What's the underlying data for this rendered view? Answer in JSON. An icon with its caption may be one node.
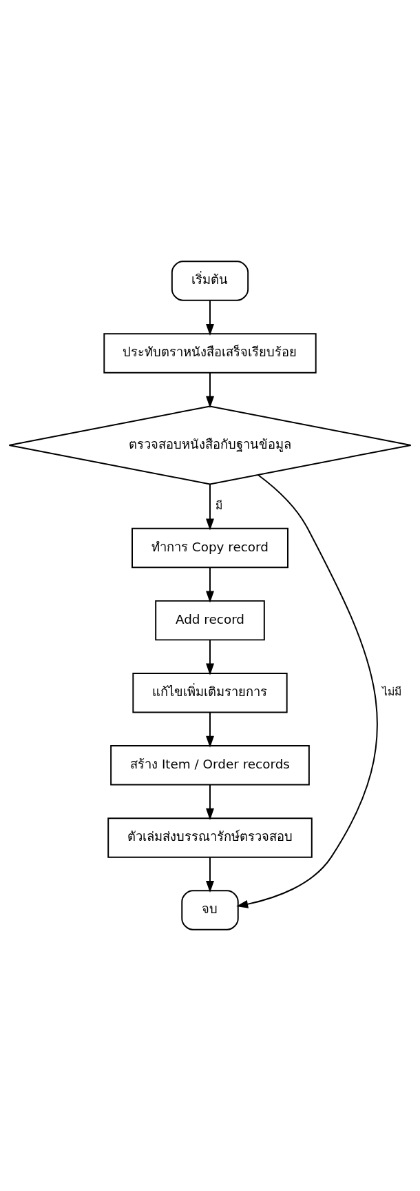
{
  "diagram": {
    "nodes": [
      {
        "text": [
          "เริ่มต้น"
        ]
      },
      {
        "text": [
          "ประทับตราหนังสือเสร็จเรียบร้อย"
        ]
      },
      {
        "text": [
          "ตรวจสอบหนังสือกับฐานข้อมูล"
        ]
      },
      {
        "text": [
          "ทำการ Copy record"
        ]
      },
      {
        "text": [
          "Add record"
        ]
      },
      {
        "text": [
          "แก้ไขเพิ่มเติมรายการ"
        ]
      },
      {
        "text": [
          "สร้าง Item / Order records"
        ]
      },
      {
        "text": [
          "ตัวเล่มส่งบรรณารักษ์ตรวจสอบ"
        ]
      },
      {
        "text": [
          "จบ"
        ]
      }
    ],
    "edges": [
      {
        "from": 0,
        "to": 1,
        "arrow": "to"
      },
      {
        "from": 1,
        "to": 2,
        "arrow": "to"
      },
      {
        "from": 2,
        "to": 3,
        "arrow": "to",
        "label": "มี"
      },
      {
        "from": 3,
        "to": 4,
        "arrow": "to"
      },
      {
        "from": 4,
        "to": 5,
        "arrow": "to"
      },
      {
        "from": 5,
        "to": 6,
        "arrow": "to"
      },
      {
        "from": 6,
        "to": 7,
        "arrow": "to"
      },
      {
        "from": 7,
        "to": 8,
        "arrow": "to"
      },
      {
        "from": 2,
        "to": 8,
        "arrow": "to",
        "label": "ไม่มี"
      }
    ]
  }
}
